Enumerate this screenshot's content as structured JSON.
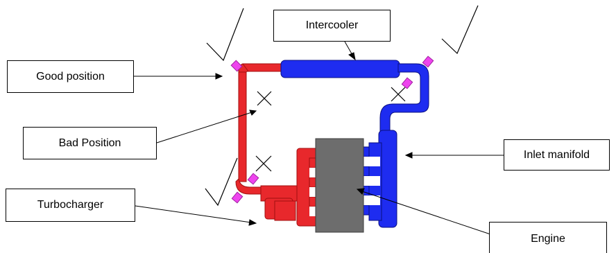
{
  "labels": {
    "intercooler": "Intercooler",
    "good_position": "Good position",
    "bad_position": "Bad Position",
    "turbocharger": "Turbocharger",
    "inlet_manifold": "Inlet manifold",
    "engine": "Engine"
  },
  "colors": {
    "hot_pipe": "#e8282c",
    "cold_pipe": "#1e2cf0",
    "engine_block": "#6d6d6d",
    "sensor": "#ee44ee",
    "ink": "#000000"
  },
  "marks": {
    "good": "check",
    "bad": "cross"
  }
}
